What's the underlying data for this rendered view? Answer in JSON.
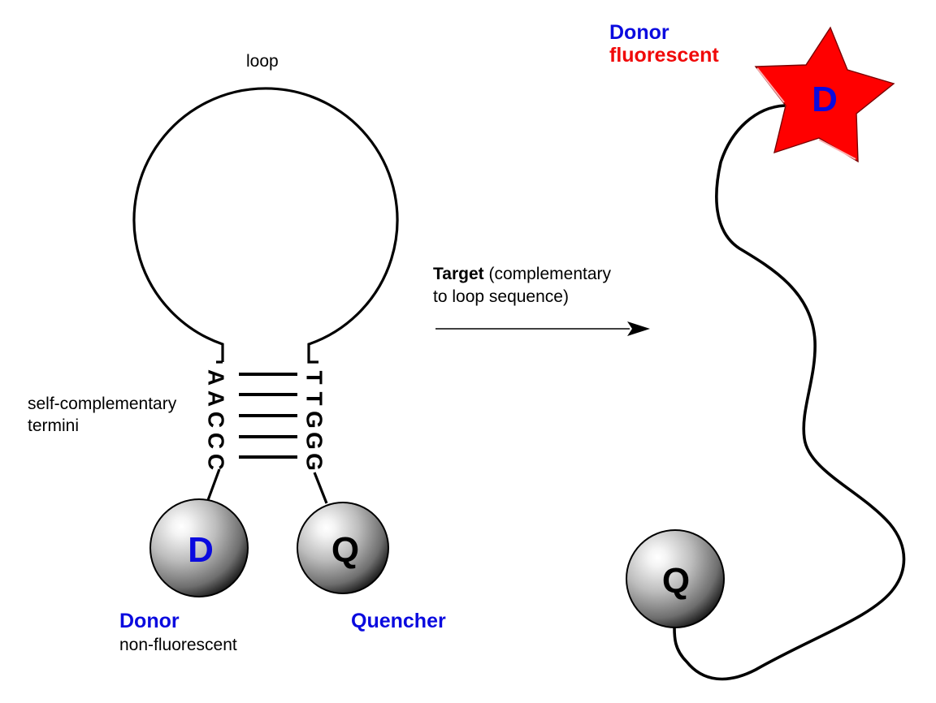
{
  "title": "Molecular beacon hairpin probe opening on target binding",
  "labels": {
    "loop": "loop",
    "termini_line1": "self-complementary",
    "termini_line2": "termini",
    "donor_left_title": "Donor",
    "donor_left_state": "non-fluorescent",
    "quencher_left_title": "Quencher",
    "target_bold": "Target",
    "target_rest": " (complementary",
    "target_line2": "to loop sequence)",
    "donor_right_title": "Donor",
    "donor_right_state": "fluorescent"
  },
  "stem": {
    "left_bases": [
      "A",
      "A",
      "C",
      "C",
      "C"
    ],
    "right_bases": [
      "T",
      "T",
      "G",
      "G",
      "G"
    ]
  },
  "spheres": {
    "donor_letter": "D",
    "quencher_letter": "Q",
    "star_letter": "D",
    "right_quencher_letter": "Q"
  },
  "colors": {
    "donor_blue": "#0a0adf",
    "fluorescent_red": "#f00a0a",
    "star_fill": "#ff0000",
    "line": "#000000"
  }
}
